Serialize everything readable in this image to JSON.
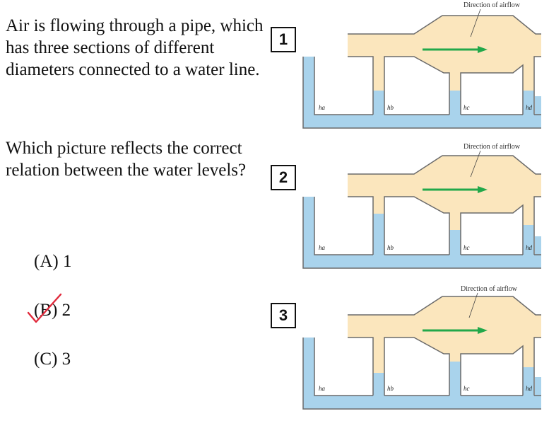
{
  "question": {
    "paragraph1": "Air is flowing through a pipe, which has three sections of different diameters connected to a water line.",
    "paragraph2": "Which picture reflects the correct relation between the water levels?"
  },
  "options": [
    {
      "label": "(A) 1"
    },
    {
      "label": "(B) 2",
      "marked": true
    },
    {
      "label": "(C) 3"
    }
  ],
  "diagrams": [
    {
      "number": "1",
      "direction_label": "Direction of airflow",
      "tube_labels": [
        "ha",
        "hb",
        "hc",
        "hd"
      ]
    },
    {
      "number": "2",
      "direction_label": "Direction of airflow",
      "tube_labels": [
        "ha",
        "hb",
        "hc",
        "hd"
      ]
    },
    {
      "number": "3",
      "direction_label": "Direction of airflow",
      "tube_labels": [
        "ha",
        "hb",
        "hc",
        "hd"
      ]
    }
  ],
  "colors": {
    "air": "#fbe6bd",
    "water": "#a9d3ec",
    "outline": "#6b6b6b",
    "arrow": "#22a84a",
    "check": "#e0283a"
  }
}
